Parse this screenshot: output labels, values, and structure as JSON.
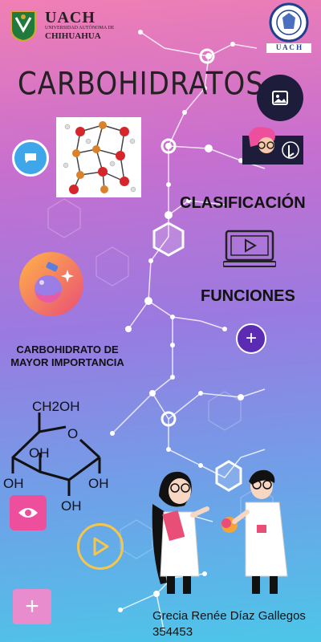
{
  "header": {
    "org_name": "UACH",
    "org_sub": "UNIVERSIDAD AUTÓNOMA DE",
    "org_city": "CHIHUAHUA",
    "seal_text": "U A C H"
  },
  "title": "CARBOHIDRATOS",
  "sections": {
    "clasificacion": "CLASIFICACIÓN",
    "funciones": "FUNCIONES",
    "important": "CARBOHIDRATO DE MAYOR IMPORTANCIA"
  },
  "glucose": {
    "top_group": "CH2OH",
    "ring_o": "O",
    "oh": "OH"
  },
  "author": {
    "name": "Grecia Renée Díaz Gallegos",
    "id": "354453"
  },
  "buttons": {
    "plus": "+"
  },
  "icons": [
    "image-icon",
    "chat-icon",
    "touch-icon",
    "monitor-play-icon",
    "flask-icon",
    "plus-icon",
    "eye-icon",
    "play-icon"
  ],
  "colors": {
    "bg_top": "#f07fb4",
    "bg_bottom": "#4cc6e8",
    "accent_purple": "#5b2bb3",
    "accent_blue": "#3fa6ea",
    "accent_pink": "#ee4f9c",
    "accent_yellow": "#f6c64a"
  }
}
